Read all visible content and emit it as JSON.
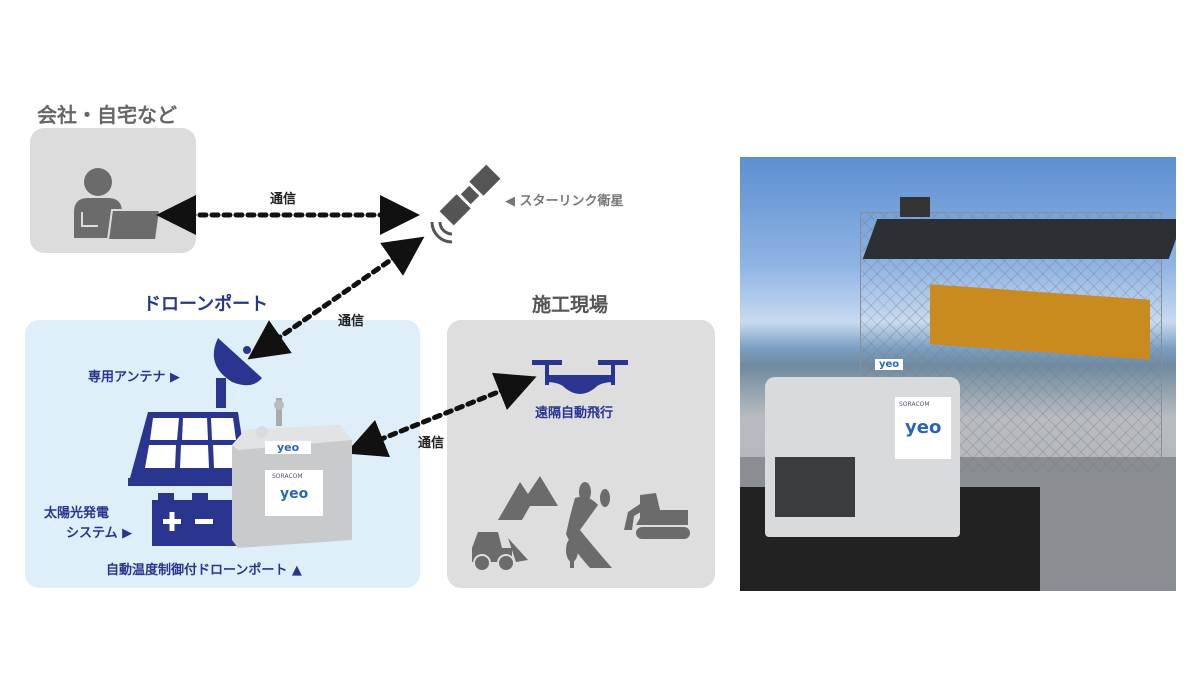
{
  "office": {
    "title": "会社・自宅など",
    "icon": "person-laptop-icon"
  },
  "satellite": {
    "label": "◀ スターリンク衛星",
    "icon": "satellite-icon"
  },
  "links": {
    "office_satellite": "通信",
    "satellite_port": "通信",
    "port_drone": "通信"
  },
  "drone_port": {
    "title": "ドローンポート",
    "antenna_label": "専用アンテナ ▶",
    "solar_label_line1": "太陽光発電",
    "solar_label_line2": "システム ▶",
    "port_label": "自動温度制御付ドローンポート ▲",
    "brand_top": "yeo",
    "brand_sub": "SORACOM",
    "brand_main": "yeo"
  },
  "site": {
    "title": "施工現場",
    "drone_label": "遠隔自動飛行",
    "icon": "construction-site-icon"
  },
  "photo": {
    "brand_sub": "SORACOM",
    "brand_main": "yeo",
    "brand_top": "yeo"
  },
  "colors": {
    "blue": "#2a3590",
    "gray_icon": "#6b6b6b",
    "port_bg": "#dfeffa",
    "box_bg": "#dedede"
  }
}
